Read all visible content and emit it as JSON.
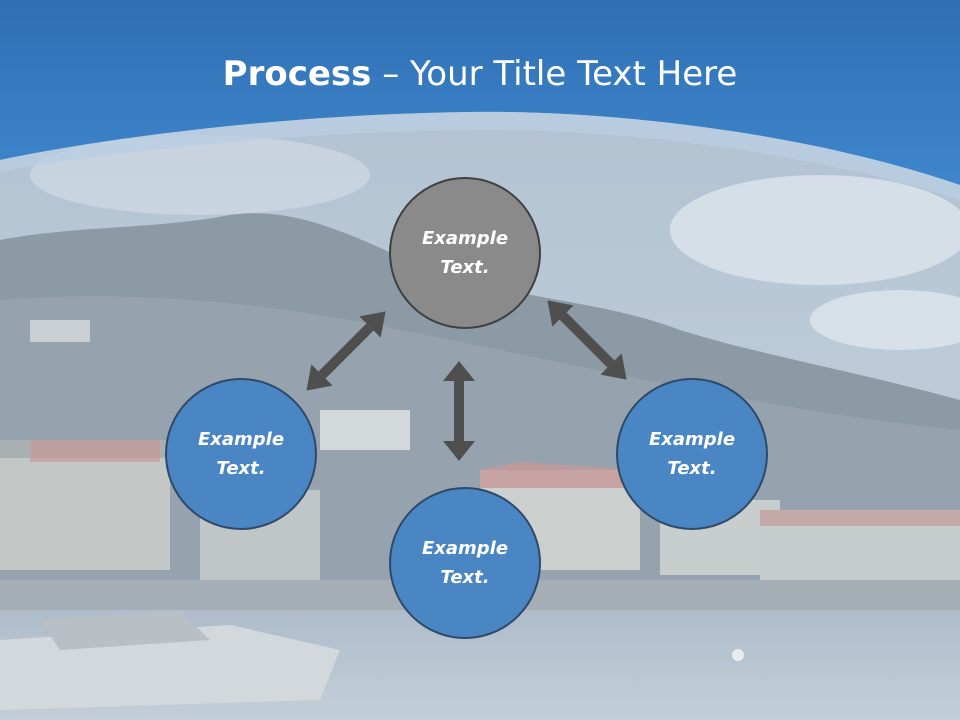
{
  "slide": {
    "title_bold": "Process",
    "title_sep": " – ",
    "title_rest": "Your Title Text Here"
  },
  "nodes": [
    {
      "id": "top",
      "label": "Example Text.",
      "color": "#8a8a8a"
    },
    {
      "id": "left",
      "label": "Example Text.",
      "color": "#4a86c4"
    },
    {
      "id": "bottom",
      "label": "Example Text.",
      "color": "#4a86c4"
    },
    {
      "id": "right",
      "label": "Example Text.",
      "color": "#4a86c4"
    }
  ],
  "arrows": [
    {
      "from": "left",
      "to": "top",
      "direction": "both"
    },
    {
      "from": "top",
      "to": "right",
      "direction": "both"
    },
    {
      "from": "bottom",
      "to": "top",
      "direction": "both"
    }
  ],
  "colors": {
    "header_blue": "#3a7bbf",
    "node_blue": "#4a86c4",
    "node_gray": "#8a8a8a",
    "arrow": "#4f4f4f"
  }
}
